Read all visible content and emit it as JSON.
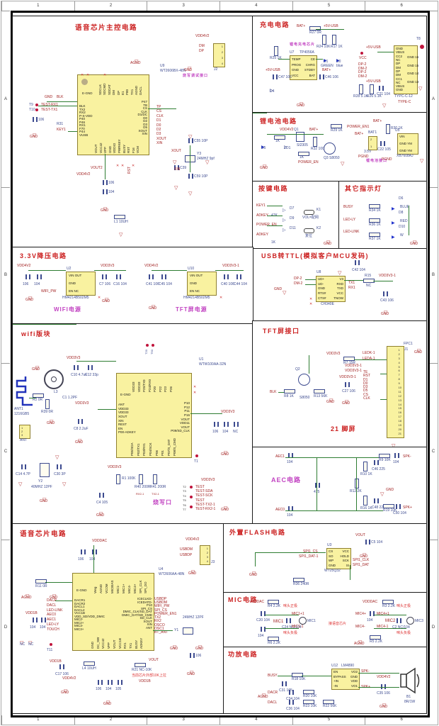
{
  "sheet": {
    "cols": [
      "1",
      "2",
      "3",
      "4",
      "5",
      "6"
    ],
    "rows": [
      "A",
      "B",
      "C",
      "D"
    ]
  },
  "sym": {
    "gnd": "GND",
    "agnd": "AGND",
    "pgnd": "PGND",
    "nc": "NC"
  },
  "main": {
    "title": "语音芯片主控电路",
    "u9": {
      "ref": "U9",
      "part": "WT2606BX-48N",
      "egnd": "E-GND",
      "top_pins": [
        "SDCLK",
        "SDCMD",
        "SDDAT",
        "DM",
        "DP",
        "E1",
        "P80",
        "TX1",
        "AGND",
        "DACL"
      ],
      "left_pins": [
        "BLK",
        "TX2",
        "RX2",
        "P-S-VDD",
        "P40",
        "P46",
        "RX1",
        "F70",
        "P44",
        "VUSB"
      ],
      "right_pins": [
        "P47",
        "TB",
        "CS",
        "CLK",
        "D1/DC",
        "D0",
        "D2",
        "D3",
        "D5",
        "XOUT",
        "XIN"
      ],
      "bottom_pins": [
        "VOUT",
        "VCC42",
        "VPP",
        "GND",
        "VDDIO",
        "PWRKEY",
        "BUSY",
        "RST",
        "F16",
        "VCM"
      ]
    },
    "right_nets": [
      "TP",
      "CS",
      "CLK",
      "D1",
      "D0",
      "D2",
      "D3",
      "XOUT",
      "XIN"
    ],
    "left": {
      "blk": "BLK",
      "t9": "T9",
      "t10": "T10",
      "net1": "TEST-RX1",
      "net2": "TEST-TX1",
      "cap": "106",
      "r31": "R31",
      "key1": "KEY1"
    },
    "j2": {
      "ref": "J2",
      "net": "VDD4V2",
      "sig1": "DM",
      "sig2": "DP",
      "pins": [
        "1",
        "2",
        "3",
        "4"
      ],
      "note": "烧写调试接口"
    },
    "bottom": {
      "vout2": "VOUT2",
      "vdd": "VDD4V2",
      "c1": "106",
      "c2": "104",
      "l1": "L1 10UH",
      "rst": "RST",
      "c39": "C39"
    },
    "y3": {
      "ref": "Y3",
      "value": "24MHZ 9pf",
      "xout": "XOUT",
      "xin": "XIN",
      "c55": "C55 10P",
      "c59": "C59 10P"
    }
  },
  "charge": {
    "title": "充电电路",
    "chip_note": "锂电充电芯片",
    "u7": {
      "ref": "U7",
      "part": "TP4056A",
      "left_pins": [
        "TEMP",
        "PROG",
        "GND",
        "VCC"
      ],
      "right_pins": [
        "CE",
        "CHRG",
        "STDBY",
        "BAT"
      ]
    },
    "r25": "R25 1K",
    "r27": "R27 0R",
    "r24": "R24 10K",
    "r17": "R17 1K",
    "bat_a": "BAT+",
    "bat_b": "BAT+",
    "usb5v_a": "+5V-USB",
    "usb5v_b": "+5V-USB",
    "d1": "D1",
    "d1c": "GREEN",
    "d0": "D0",
    "d0c": "blue",
    "d4": "D4",
    "c47": "C47 106",
    "c46": "C46 106",
    "typec": {
      "ref": "TYPE-C",
      "part": "TYPC-C-12",
      "pins_left": [
        "GND",
        "VBUS",
        "CC2",
        "NC",
        "DP",
        "DM",
        "DP",
        "DM",
        "CC1",
        "NC",
        "VBUS",
        "GND"
      ],
      "pins_right": [
        "GND 16",
        "GND 15",
        "GND 14",
        "GND 13"
      ],
      "usb5v_a": "+5V-USB",
      "usb5v_b": "+5V-USB",
      "vcc": "VCC",
      "data_nets": [
        "DP-2",
        "DM-2",
        "DP-2",
        "DM-2"
      ],
      "r28": "R28 5.1K",
      "r26": "R26 5.1K",
      "c21": "C21 104",
      "t8": "T8"
    }
  },
  "battery": {
    "title": "锂电池电路",
    "vdd": "VDD4V2",
    "q1": "Q1",
    "q1p": "SI2305",
    "d5": "D5",
    "zd1": "ZD1",
    "r1k": "1K",
    "r32": "R32 100K",
    "rpe": "1K",
    "pen": "POWER_EN",
    "q3": "Q3 S8050",
    "r29": "R29 1K",
    "pen1": "POWER_EN1",
    "bat_a": "BAT+",
    "bat_b": "BAT+",
    "bat_c": "BAT+",
    "bconn": {
      "ref": "BAT1",
      "v": "3.5V",
      "note": "锂电池接口",
      "pins": [
        "2",
        "1"
      ]
    },
    "r30": "R30 1K",
    "u5": {
      "ref": "U5",
      "part": "XB7608AJ",
      "rows": [
        "VIN",
        "GND YM",
        "GND YM"
      ]
    },
    "c22": "C22 105"
  },
  "keys": {
    "title": "按键电路",
    "nets": [
      "KEY1",
      "ADKEY",
      "POWER_EN",
      "ADKEY"
    ],
    "ra": "47K",
    "rb": "1K",
    "diodes": [
      "D7",
      "D9",
      "D11"
    ],
    "k1": "K1",
    "k1n": "VOL=配网",
    "k2": "K2",
    "k2n": "复位"
  },
  "leds": {
    "title": "其它指示灯",
    "nets": [
      "BUSY",
      "LED-LY",
      "LED-LINK"
    ],
    "res": [
      "R34 1K",
      "R36 1K",
      "R37 1K"
    ],
    "refs": [
      "D6",
      "D8",
      "D10"
    ],
    "colors": [
      "BLUE",
      "RED",
      "W"
    ]
  },
  "usbttl": {
    "title": "USB转TTL(模拟客户MCU发码)",
    "u8": {
      "ref": "U8",
      "part": "CH340E",
      "left": [
        "UD+",
        "UD-",
        "GND",
        "RTS#",
        "CTS#"
      ],
      "right": [
        "V3",
        "RXD",
        "TXD",
        "VCC",
        "TNOW"
      ]
    },
    "dp2": "DP-2",
    "dm2": "DM-2",
    "tx1": "TX1",
    "rx1": "RX1",
    "c42": "C42 104",
    "r15": "R15",
    "nc": "NC",
    "vdd": "VDD3V3-1",
    "c43": "C43 106"
  },
  "buck": {
    "title": "3.3V降压电路",
    "left": {
      "vin": "VDD4V2",
      "cin1": "106",
      "cin2": "104",
      "u": "U2",
      "part": "HM4214B502M5",
      "rows": [
        "VIN  OUT",
        "GND",
        "EN    NC"
      ],
      "en": "WIFI_PW",
      "vout": "VDD3V3",
      "cout1": "C7 106",
      "cout2": "C16 104",
      "sub": "WIFI电源"
    },
    "right": {
      "vin": "VDD4V2",
      "cin1": "C41 106",
      "cin2": "C45 104",
      "u": "U10",
      "part": "HM4214B502M5",
      "rows": [
        "VIN  OUT",
        "GND",
        "EN    NC"
      ],
      "vout": "VDD3V3-1",
      "cout1": "C40 106",
      "cout2": "C44 104",
      "sub": "TFT屏电源"
    }
  },
  "wifi": {
    "title": "wifi版块",
    "u1": {
      "ref": "U1",
      "part": "WTW100AA-32N",
      "egnd": "E-GND",
      "top": [
        "VDD33",
        "VDD33",
        "P25/TX0",
        "P24/RX0",
        "P20",
        "P22",
        "P23",
        "P26"
      ],
      "left": [
        "ANT",
        "VDD33",
        "VDD33",
        "XOUT",
        "XIN",
        "REST",
        "EN",
        "P00-ADKEY"
      ],
      "right": [
        "P10",
        "P12",
        "P11",
        "P16",
        "VOUT",
        "VDD11",
        "VOUT",
        "P09/SD_CLK"
      ],
      "bottom": [
        "P05/SDA",
        "P02/TX1",
        "P03/RX1",
        "P04/SCK",
        "P06",
        "P01",
        "P07/S_DAT",
        "P08/S_CMD"
      ]
    },
    "ant": "ANT1",
    "antp": "1216GB5",
    "r2": "R2 0R",
    "r39": "R39 0R",
    "l3": "L3",
    "c1": "C1 1.2PF",
    "conn": "ANT",
    "conn_pins": [
      "1",
      "2",
      "3"
    ],
    "vdd_a": "VDD3V3",
    "c10": "C10 4.7uF",
    "c12": "C12 33p",
    "vdd_b": "VDD3V3",
    "c8": "C8 2.2uF",
    "t20": "T20",
    "t50": "T50",
    "vdd_c": "VDD3V3",
    "caps_r": [
      "106",
      "104",
      "NC"
    ],
    "y2": {
      "ref": "Y2",
      "value": "40MHZ 12PF",
      "c14": "C14 4.7P",
      "c30": "C30 3P"
    },
    "vdd_d": "VDD3V3",
    "r1": "R1 100K",
    "c4": "C4 105",
    "r40": "R40 200R",
    "r41": "R41 200R",
    "net_rx": "RX2-1",
    "net_tx": "TX2-1",
    "burn": "烧写口",
    "t1": "T1",
    "tp_labels": [
      "T2",
      "T3",
      "T4",
      "T5",
      "T6",
      "T7"
    ],
    "tp_nets": [
      "TEST",
      "TEST-SDA",
      "TEST-SCK",
      "TEST",
      "TEST-TX2-1",
      "TEST-RX2-1"
    ],
    "tp_vdd": "VDD3V3"
  },
  "tft": {
    "title": "TFT屏接口",
    "q2": "Q2",
    "q2p": "S8050",
    "r8": "R8 1K",
    "r13": "R13 56K",
    "blk": "BLK",
    "vdd": "VDD3V3",
    "r7": "R7 15R",
    "ledk": "LEDK-1",
    "leda": "LEDA-1",
    "vdd1a": "VDD3V3-1",
    "vdd1b": "VDD3V3-1",
    "vdd1c": "VDD3V3-1",
    "c27": "C27 106",
    "nets": [
      "TE",
      "RST",
      "D1",
      "D0",
      "D3",
      "D5",
      "CS",
      "CLK"
    ],
    "j1": {
      "ref": "J1",
      "fpc": "FPC1",
      "pins": [
        "1",
        "2",
        "3",
        "4",
        "5",
        "6",
        "7",
        "8",
        "9",
        "10",
        "11",
        "12",
        "13",
        "14",
        "15",
        "16",
        "17",
        "18",
        "19",
        "20",
        "21"
      ]
    },
    "sub": "21 脚屏"
  },
  "aec": {
    "title": "AEC电路",
    "aec1": "AEC1",
    "aec0": "AEC0",
    "cl1": "104",
    "cl2": "104",
    "cmid": "475",
    "r12": "R12 2K",
    "r10": "R10 1K",
    "r16": "R16 1K",
    "c46": "C46 225",
    "c48": "C48 225",
    "r9": "R9 10K",
    "cm": "104",
    "spkm": "SPK-",
    "r19": "R19 10K",
    "cp": "C50 104",
    "spkp": "SPK+"
  },
  "voice": {
    "title": "语音芯片电路",
    "u4": {
      "ref": "U4",
      "part": "WT2606AA-48N",
      "egnd": "E-GND",
      "top": [
        "Vreg",
        "AGND",
        "VCOM",
        "MICBIAS",
        "MIC1-",
        "MIC1+",
        "MIC4-",
        "MIC4+",
        "SPI_CLK",
        "SPI_DO"
      ],
      "left": [
        "DACR1",
        "DACR2",
        "DACL1",
        "DACL2",
        "VCC1B",
        "VDD_SD/VDD_DMIC",
        "MIC2-",
        "MIC2+",
        "MIC3-",
        "MIC3+"
      ],
      "right": [
        "ICECLKD-",
        "ICEDATD-",
        "P10",
        "SPI_CS",
        "DMIC_CLK/SD_DAT",
        "DMIC_DAT/SD_CMD",
        "SD_CLK",
        "XOUT",
        "XIN",
        "ANT"
      ],
      "bottom": [
        "GND",
        "DC_SW",
        "VCC42",
        "VPP",
        "VOUT",
        "VCC1B",
        "RX1",
        "TX1",
        "BUSY",
        "ADKEY"
      ]
    },
    "right_nets": [
      "USBDP",
      "USBDM",
      "WIFI_PW",
      "SPI_CS",
      "POWER_EN1",
      "TX2",
      "RX2",
      "OSCO",
      "OSC1",
      "BT_ANT"
    ],
    "left_nets": [
      "DACR",
      "DACL",
      "LED-LINK",
      "AEC0",
      "AEC1",
      "LED-LY",
      "TOUCH"
    ],
    "vdddac": "VDDDAC",
    "ct1": "106",
    "ct2": "104",
    "r11": "R11 0R",
    "vdd1b_a": "VDD1B",
    "cl1": "104",
    "cl2": "104",
    "t11": "T11",
    "j3": {
      "ref": "J3",
      "net": "VDD4V2",
      "sig1": "USBDM",
      "sig2": "USBDP",
      "pins": [
        "1",
        "2",
        "3",
        "4"
      ]
    },
    "y1": {
      "ref": "Y1",
      "value": "24MHZ 12PF",
      "c": "106"
    },
    "l4": "L4 10UH",
    "c17": "C17 106",
    "vdd1b_b": "VDD1B",
    "vdd4v2": "VDD4V2",
    "r21": "R21 NC-10K",
    "vout": "VOUT",
    "note": "当前芯片外部10K上拉",
    "cb1": "106",
    "cb2": "104",
    "cb3": "105"
  },
  "flash": {
    "title": "外置FLASH电路",
    "u3": {
      "ref": "U3",
      "part": "WT25Q32",
      "left": [
        "CS",
        "SO",
        "WP",
        "GND"
      ],
      "right": [
        "VCC",
        "HOLD",
        "SCK",
        "SI"
      ]
    },
    "cs": "SPI1_CS",
    "dat1": "SPI1_DAT-1",
    "clk": "SPI1_CLK",
    "dat": "SPI1_DAT",
    "vout": "VOUT",
    "c5": "C5 104",
    "r36": "R36 240R"
  },
  "mic": {
    "title": "MIC电路",
    "note": "接语音芯片",
    "left": {
      "vdd": "VDDDAC",
      "rt": "R4 2.2K",
      "pos": "咪头正极",
      "ct": "C20 104",
      "netp": "MIC1+1",
      "net": "MIC1",
      "cm": "C24 NC/104",
      "mic": "MIC1",
      "netn": "MIC1-1",
      "cb": "104",
      "neg": "咪头负极",
      "rb": "R6 2.2K"
    },
    "right": {
      "vdd": "VDDDAC",
      "rt": "R3 2.2K",
      "pos": "咪头正极",
      "ct": "104",
      "netp": "MIC4+",
      "netp1": "MIC4+1",
      "net": "MIC2",
      "cm": "C2 NC/104",
      "mic": "MIC3",
      "netn": "MIC4-",
      "netn1": "MIC4-1",
      "cb": "104",
      "neg": "咪头负极",
      "rb": "R5 2.2K"
    }
  },
  "amp": {
    "title": "功放电路",
    "busy": "BUSY",
    "r18": "R18 10K",
    "c31": "C31 105",
    "dacr": "DACR",
    "c34": "C34 104",
    "r20": "R20 10K",
    "dacl": "DACL",
    "c36": "C36 104",
    "r23": "R23 10K",
    "r22": "R22 56K",
    "u": {
      "ref": "U12",
      "part": "LM4890",
      "left": [
        "EN",
        "BYPASS",
        "+IN",
        "-IN"
      ],
      "right": [
        "VO2",
        "GND",
        "VDD",
        "VO1"
      ]
    },
    "spkm": "SPK-",
    "spkp": "SPK+",
    "vdd": "VDD4V2",
    "c35": "C35 106",
    "spk": {
      "ref": "B1",
      "val": "8R/1W"
    }
  }
}
